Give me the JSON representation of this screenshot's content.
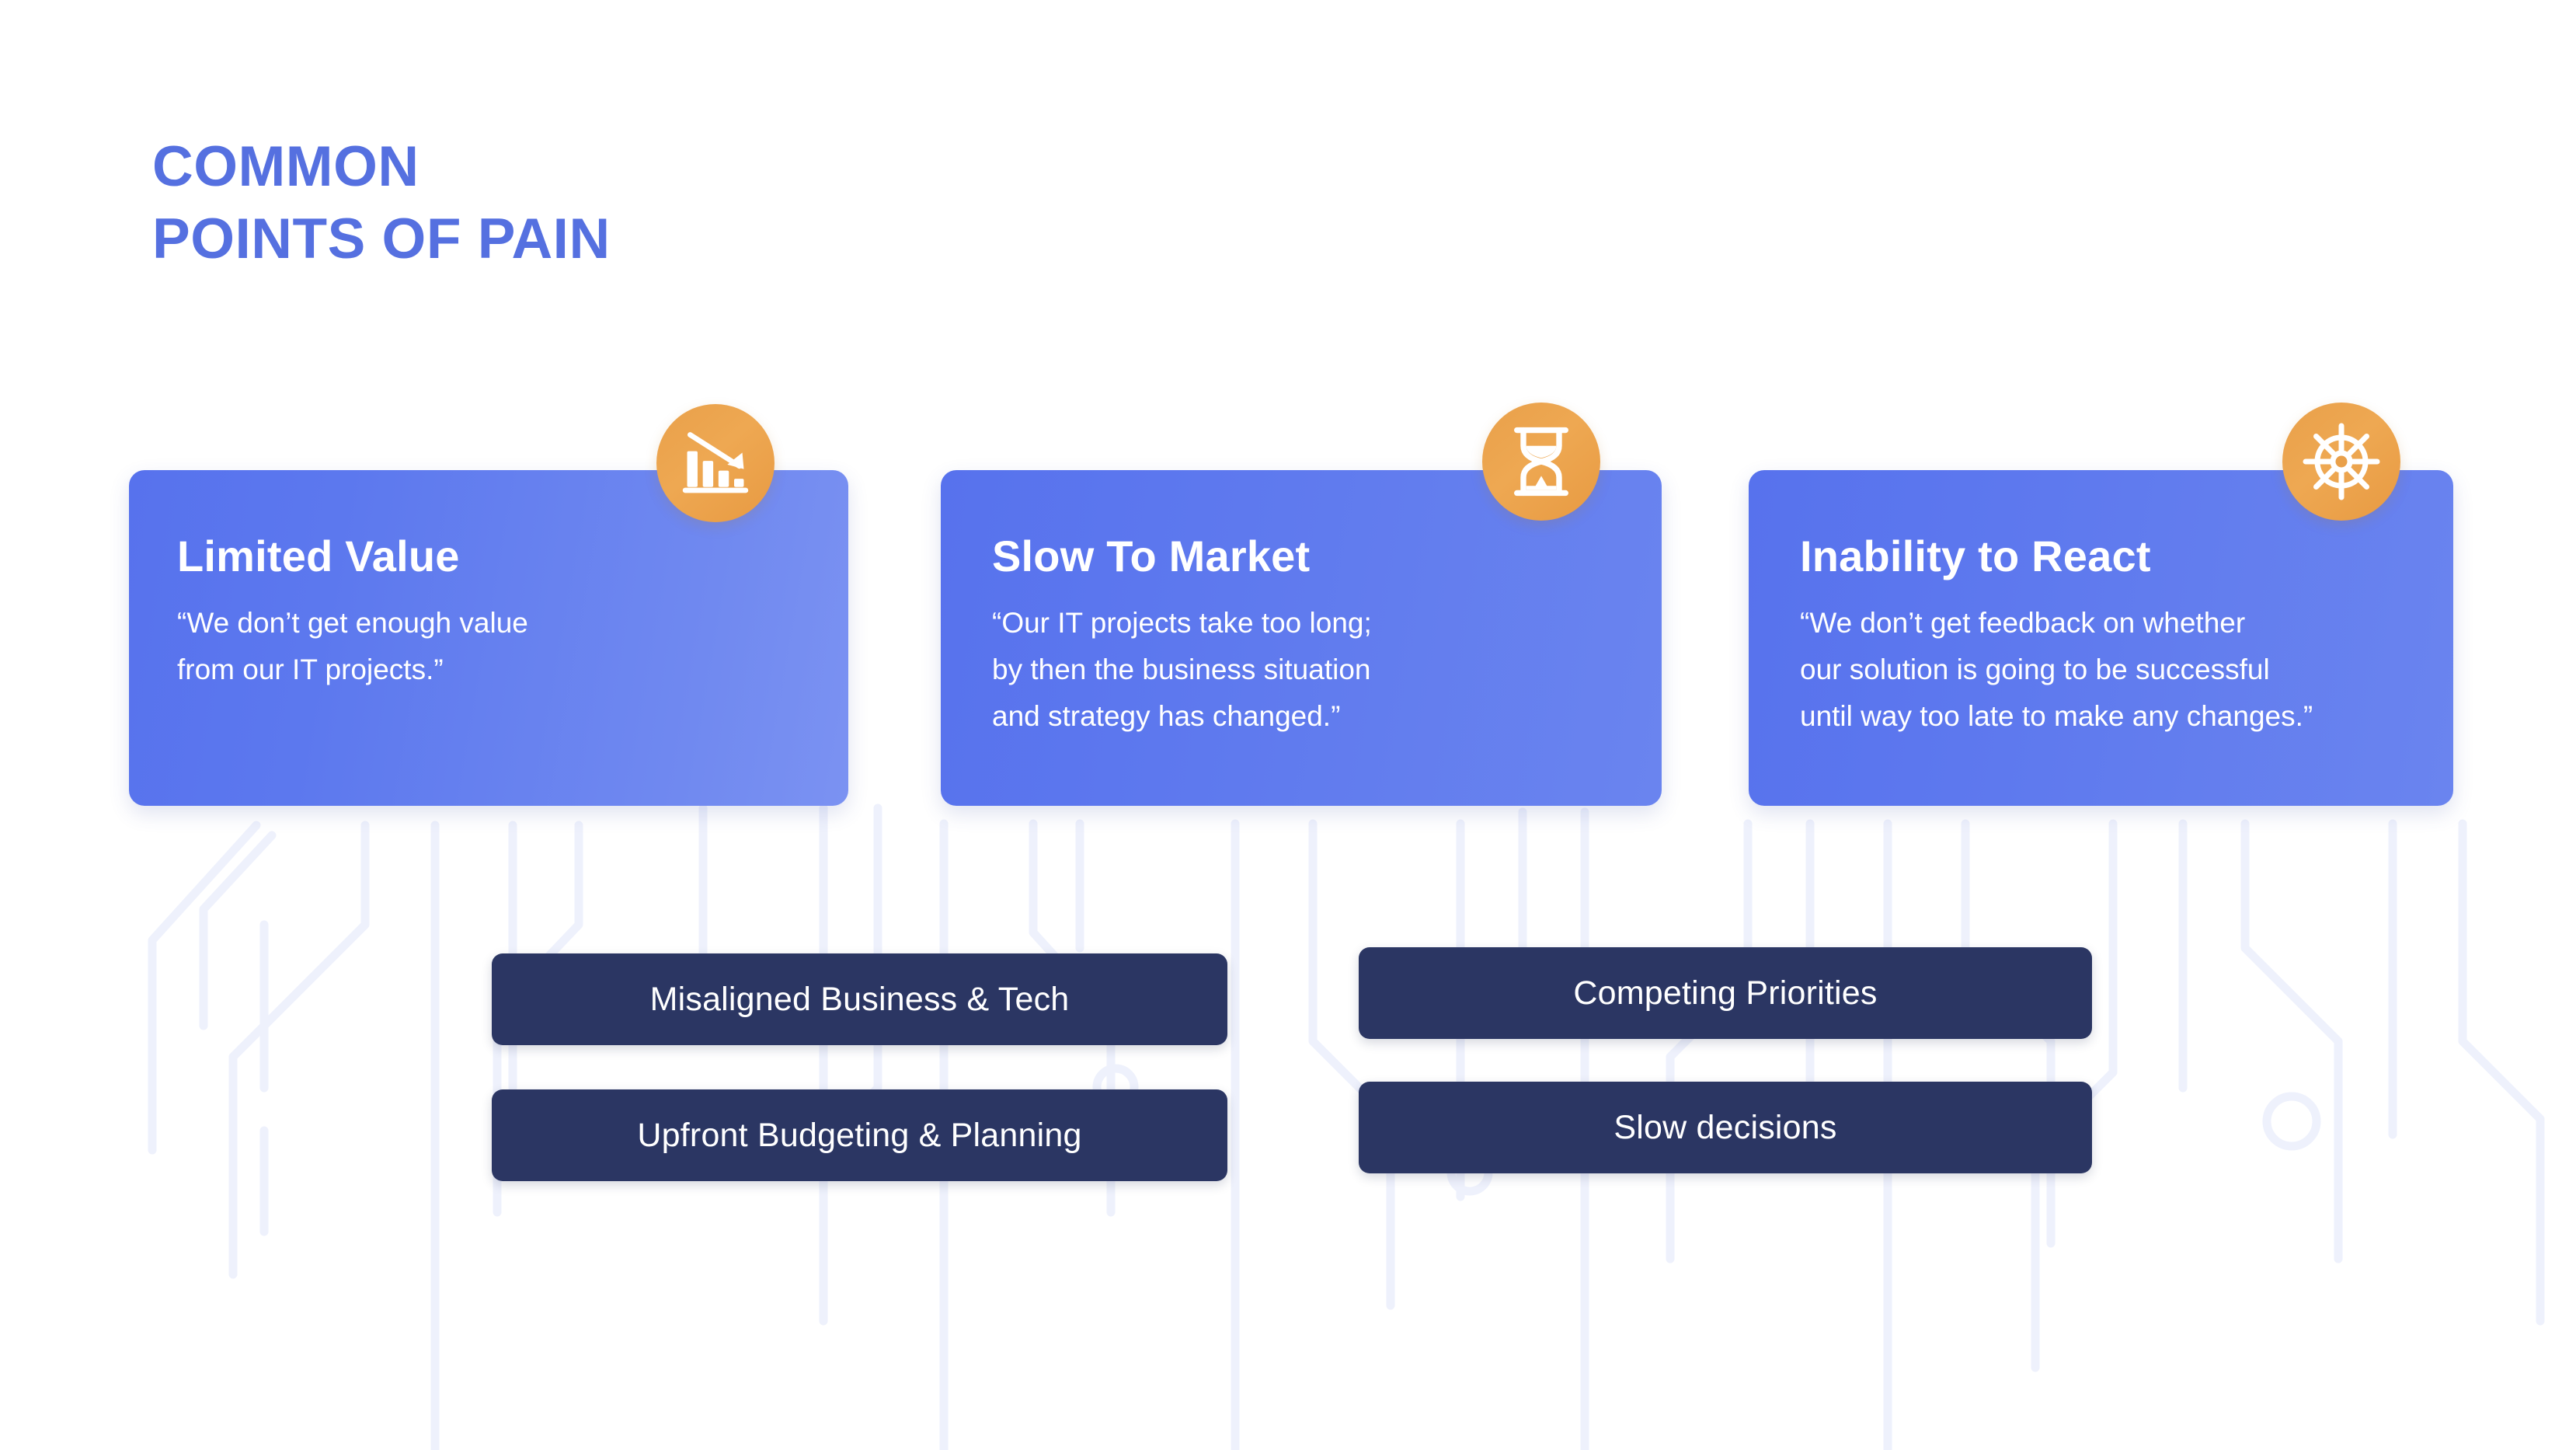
{
  "title": {
    "text": "COMMON\nPOINTS OF PAIN",
    "color": "#5570E0"
  },
  "colors": {
    "title_blue": "#5570E0",
    "card_blue_start": "#5772ED",
    "card_blue_end": "#7B92F2",
    "badge_orange": "#E9A04A",
    "pill_navy": "#2B3663",
    "circuit_trace": "#EEF1FC",
    "background": "#FFFFFF"
  },
  "cards": [
    {
      "title": "Limited Value",
      "quote": "“We don’t get enough value\nfrom our IT projects.”",
      "icon": "declining-bar-chart-icon"
    },
    {
      "title": "Slow To Market",
      "quote": "“Our IT projects take too long;\nby then the business situation\nand strategy has changed.”",
      "icon": "hourglass-icon"
    },
    {
      "title": "Inability to React",
      "quote": "“We don’t get feedback on whether\n our solution is going to be successful\n until way too late to make any changes.”",
      "icon": "ships-wheel-icon"
    }
  ],
  "pills": [
    {
      "label": "Misaligned Business & Tech"
    },
    {
      "label": "Upfront Budgeting & Planning"
    },
    {
      "label": "Competing Priorities"
    },
    {
      "label": "Slow decisions"
    }
  ],
  "background": {
    "name": "circuit-board-pattern"
  }
}
